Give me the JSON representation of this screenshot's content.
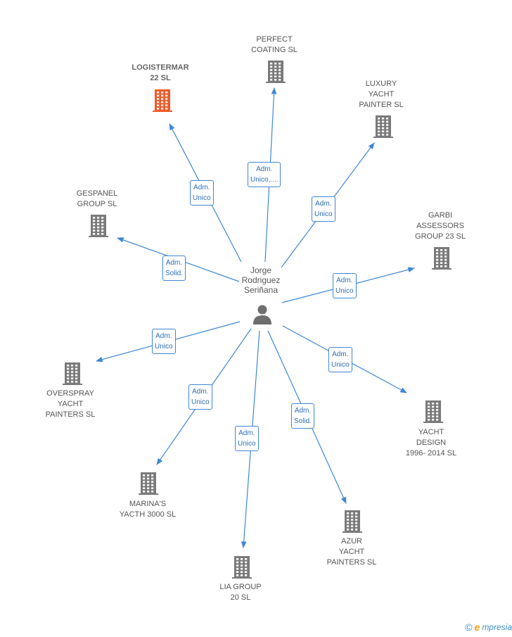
{
  "person": {
    "name_lines": [
      "Jorge",
      "Rodriguez",
      "Seriñana"
    ],
    "icon": "person-icon"
  },
  "companies": [
    {
      "name_lines": [
        "LOGISTERMAR",
        "22 SL"
      ],
      "highlighted": true,
      "icon": "building-icon"
    },
    {
      "name_lines": [
        "PERFECT",
        "COATING SL"
      ],
      "icon": "building-icon"
    },
    {
      "name_lines": [
        "LUXURY",
        "YACHT",
        "PAINTER  SL"
      ],
      "icon": "building-icon"
    },
    {
      "name_lines": [
        "GESPANEL",
        "GROUP SL"
      ],
      "icon": "building-icon"
    },
    {
      "name_lines": [
        "GARBI",
        "ASSESSORS",
        "GROUP 23  SL"
      ],
      "icon": "building-icon"
    },
    {
      "name_lines": [
        "OVERSPRAY",
        "YACHT",
        "PAINTERS SL"
      ],
      "icon": "building-icon"
    },
    {
      "name_lines": [
        "YACHT",
        "DESIGN",
        "1996- 2014  SL"
      ],
      "icon": "building-icon"
    },
    {
      "name_lines": [
        "MARINA'S",
        "YACTH 3000 SL"
      ],
      "icon": "building-icon"
    },
    {
      "name_lines": [
        "AZUR",
        "YACHT",
        "PAINTERS  SL"
      ],
      "icon": "building-icon"
    },
    {
      "name_lines": [
        "LIA GROUP",
        "20  SL"
      ],
      "icon": "building-icon"
    }
  ],
  "relations": [
    {
      "lines": [
        "Adm.",
        "Unico"
      ]
    },
    {
      "lines": [
        "Adm.",
        "Unico,...."
      ]
    },
    {
      "lines": [
        "Adm.",
        "Unico"
      ]
    },
    {
      "lines": [
        "Adm.",
        "Solid."
      ]
    },
    {
      "lines": [
        "Adm.",
        "Unico"
      ]
    },
    {
      "lines": [
        "Adm.",
        "Unico"
      ]
    },
    {
      "lines": [
        "Adm.",
        "Unico"
      ]
    },
    {
      "lines": [
        "Adm.",
        "Unico"
      ]
    },
    {
      "lines": [
        "Adm.",
        "Unico"
      ]
    },
    {
      "lines": [
        "Adm.",
        "Solid."
      ]
    }
  ],
  "colors": {
    "edge": "#3f86d6",
    "building": "#7a7a7a",
    "highlight": "#f05a28",
    "person": "#6e6e6e"
  },
  "footer": {
    "copyright": "©",
    "brand_initial": "e",
    "brand_rest": "mpresia"
  }
}
